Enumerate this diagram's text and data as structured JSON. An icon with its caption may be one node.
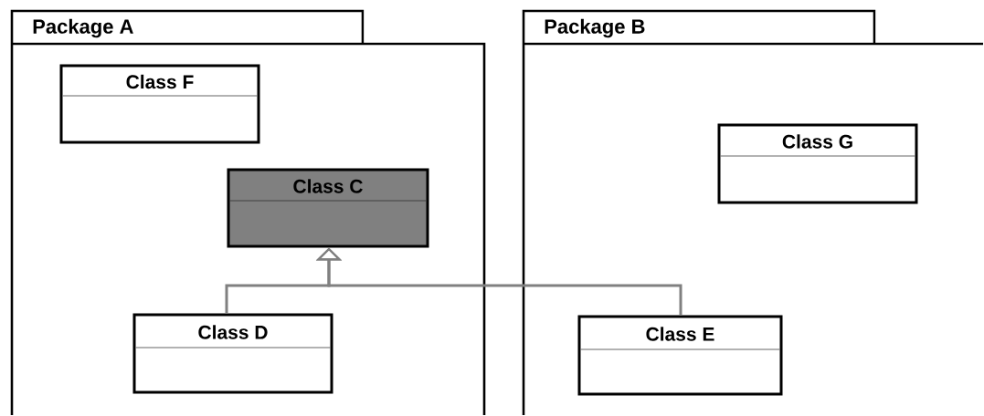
{
  "diagram": {
    "nodes": [
      {
        "text": [
          "Package A"
        ]
      },
      {
        "text": [
          "Class F"
        ],
        "in": 0
      },
      {
        "text": [
          "Class C"
        ],
        "in": 0
      },
      {
        "text": [
          "Class D"
        ],
        "in": 0
      },
      {
        "text": [
          "Package B"
        ]
      },
      {
        "text": [
          "Class G"
        ],
        "in": 4
      },
      {
        "text": [
          "Class E"
        ],
        "in": 4
      }
    ],
    "edges": [
      {
        "from": 3,
        "to": 2,
        "arrow": "to"
      },
      {
        "from": 6,
        "to": 2,
        "arrow": "to"
      }
    ]
  }
}
